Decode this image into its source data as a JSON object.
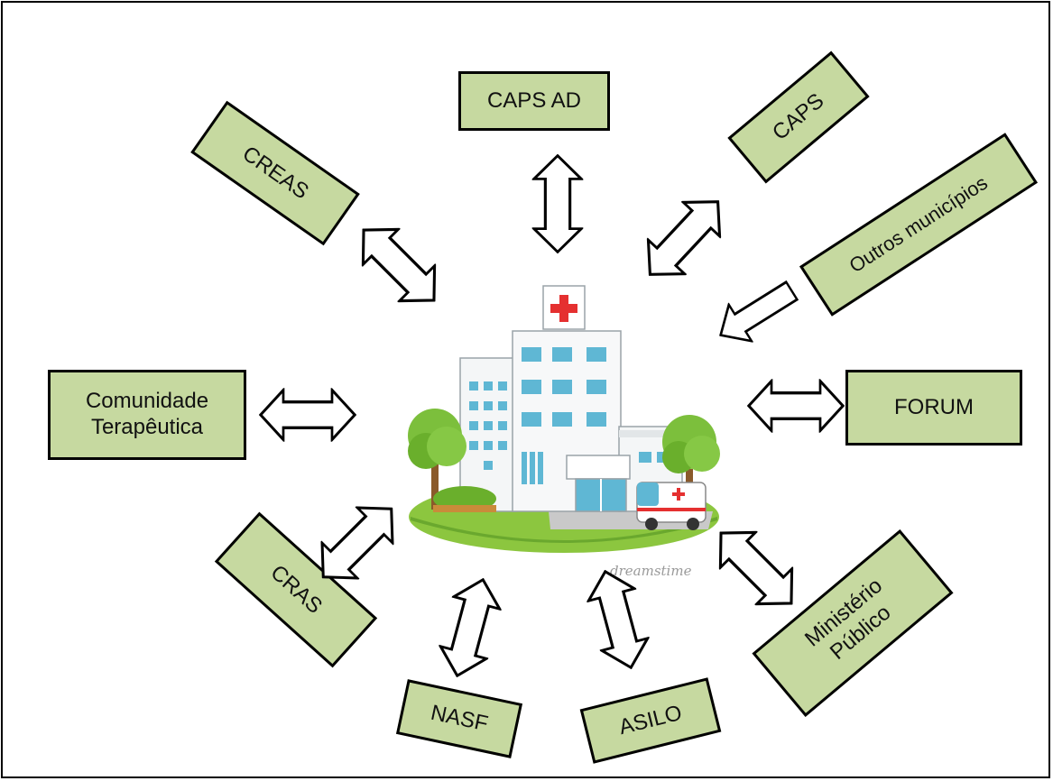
{
  "colors": {
    "box_fill": "#c6d9a0",
    "box_border": "#000000",
    "arrow_fill": "#ffffff",
    "arrow_stroke": "#000000"
  },
  "center": {
    "icon": "hospital-icon"
  },
  "nodes": {
    "caps_ad": "CAPS AD",
    "caps": "CAPS",
    "creas": "CREAS",
    "outros": "Outros municípios",
    "comunidade": "Comunidade\nTerapêutica",
    "forum": "FORUM",
    "cras": "CRAS",
    "nasf": "NASF",
    "asilo": "ASILO",
    "ministerio": "Ministério\nPúblico"
  },
  "watermark": "dreamstime"
}
